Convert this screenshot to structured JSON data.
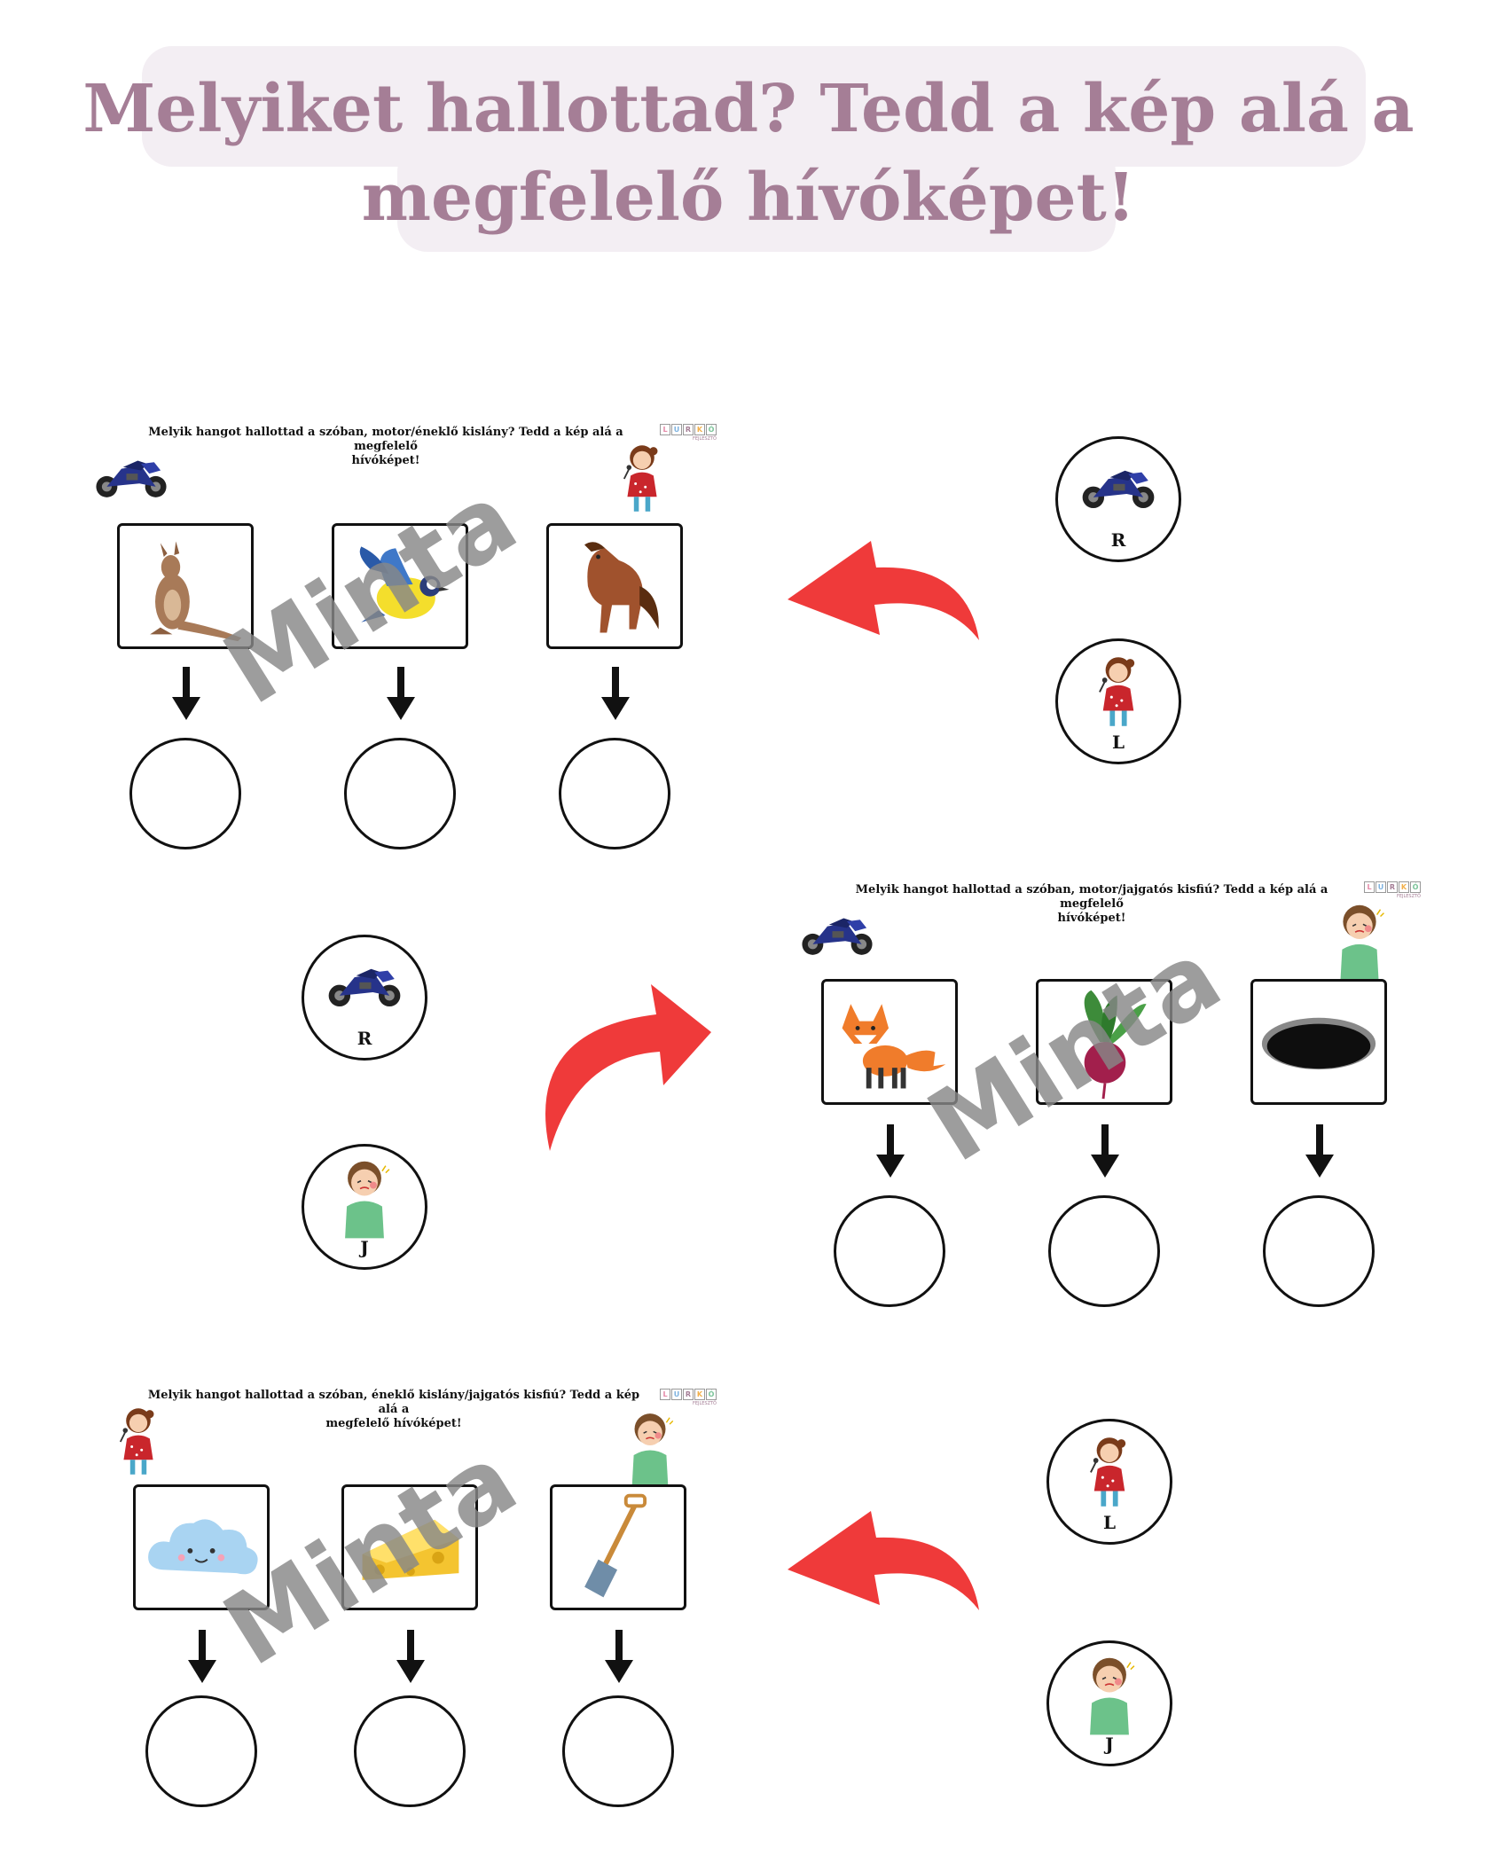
{
  "title": {
    "line1": "Melyiket hallottad? Tedd a kép alá a",
    "line2": "megfelelő hívóképet!"
  },
  "colors": {
    "title": "#a57e96",
    "pill": "#f3eef3",
    "arrow": "#ef3a3a",
    "watermark": "#878787"
  },
  "watermark": "Minta",
  "logo": {
    "letters": [
      "L",
      "U",
      "R",
      "K",
      "Ó"
    ],
    "sub": "FEJLESZTŐ"
  },
  "exercises": [
    {
      "instruction_line1": "Melyik hangot hallottad a szóban, motor/éneklő kislány? Tedd a kép alá a megfelelő",
      "instruction_line2": "hívóképet!",
      "left_icon": "motorcycle-icon",
      "right_icon": "singing-girl-icon",
      "pictures": [
        "kangaroo-icon",
        "bird-icon",
        "horse-icon"
      ],
      "callers": [
        {
          "icon": "motorcycle-icon",
          "letter": "R"
        },
        {
          "icon": "singing-girl-icon",
          "letter": "L"
        }
      ]
    },
    {
      "instruction_line1": "Melyik hangot hallottad a szóban, motor/jajgatós kisfiú? Tedd a kép alá a megfelelő",
      "instruction_line2": "hívóképet!",
      "left_icon": "motorcycle-icon",
      "right_icon": "crying-boy-icon",
      "pictures": [
        "fox-icon",
        "beetroot-icon",
        "hole-icon"
      ],
      "callers": [
        {
          "icon": "motorcycle-icon",
          "letter": "R"
        },
        {
          "icon": "crying-boy-icon",
          "letter": "J"
        }
      ]
    },
    {
      "instruction_line1": "Melyik hangot hallottad a szóban, éneklő kislány/jajgatós kisfiú? Tedd a kép alá a",
      "instruction_line2": "megfelelő hívóképet!",
      "left_icon": "singing-girl-icon",
      "right_icon": "crying-boy-icon",
      "pictures": [
        "cloud-icon",
        "cheese-icon",
        "shovel-icon"
      ],
      "callers": [
        {
          "icon": "singing-girl-icon",
          "letter": "L"
        },
        {
          "icon": "crying-boy-icon",
          "letter": "J"
        }
      ]
    }
  ]
}
